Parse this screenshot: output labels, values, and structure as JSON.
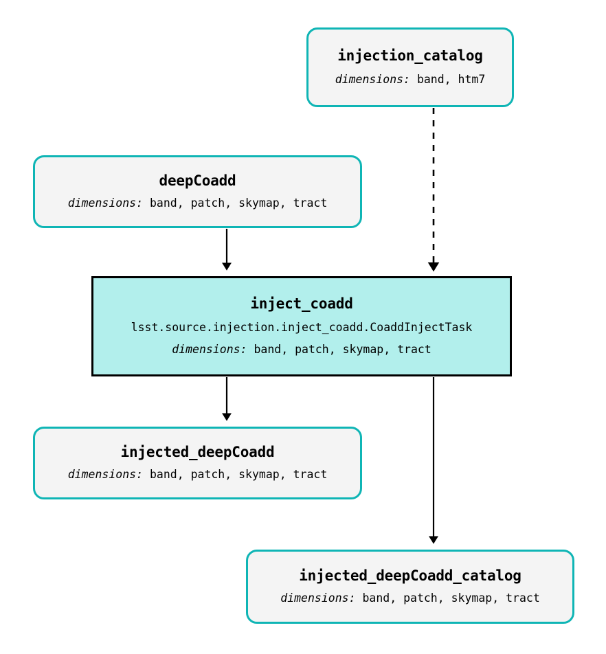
{
  "diagram": {
    "type": "pipeline-dag",
    "orientation": "top-to-bottom",
    "background": "#ffffff",
    "colors": {
      "dataset_border": "#0fb5b5",
      "dataset_fill": "#f4f4f4",
      "task_border": "#000000",
      "task_fill": "#b2efec",
      "edge": "#000000",
      "text": "#000000"
    },
    "dimensions_label": "dimensions:"
  },
  "nodes": {
    "injection_catalog": {
      "title": "injection_catalog",
      "dim_label": "dimensions:",
      "dimensions": "band, htm7",
      "kind": "dataset"
    },
    "deep_coadd": {
      "title": "deepCoadd",
      "dim_label": "dimensions:",
      "dimensions": "band, patch, skymap, tract",
      "kind": "dataset"
    },
    "inject_coadd": {
      "title": "inject_coadd",
      "class_path": "lsst.source.injection.inject_coadd.CoaddInjectTask",
      "dim_label": "dimensions:",
      "dimensions": "band, patch, skymap, tract",
      "kind": "task"
    },
    "injected_deep_coadd": {
      "title": "injected_deepCoadd",
      "dim_label": "dimensions:",
      "dimensions": "band, patch, skymap, tract",
      "kind": "dataset"
    },
    "injected_deep_coadd_catalog": {
      "title": "injected_deepCoadd_catalog",
      "dim_label": "dimensions:",
      "dimensions": "band, patch, skymap, tract",
      "kind": "dataset"
    }
  },
  "edges": [
    {
      "id": "edge-injection-catalog-to-inject-coadd",
      "from": "injection_catalog",
      "to": "inject_coadd",
      "style": "dashed",
      "arrow": "filled-triangle"
    },
    {
      "id": "edge-deep-coadd-to-inject-coadd",
      "from": "deep_coadd",
      "to": "inject_coadd",
      "style": "solid",
      "arrow": "filled-triangle"
    },
    {
      "id": "edge-inject-coadd-to-injected-deep-coadd",
      "from": "inject_coadd",
      "to": "injected_deep_coadd",
      "style": "solid",
      "arrow": "filled-triangle"
    },
    {
      "id": "edge-inject-coadd-to-injected-deep-coadd-catalog",
      "from": "inject_coadd",
      "to": "injected_deep_coadd_catalog",
      "style": "solid",
      "arrow": "filled-triangle"
    }
  ]
}
